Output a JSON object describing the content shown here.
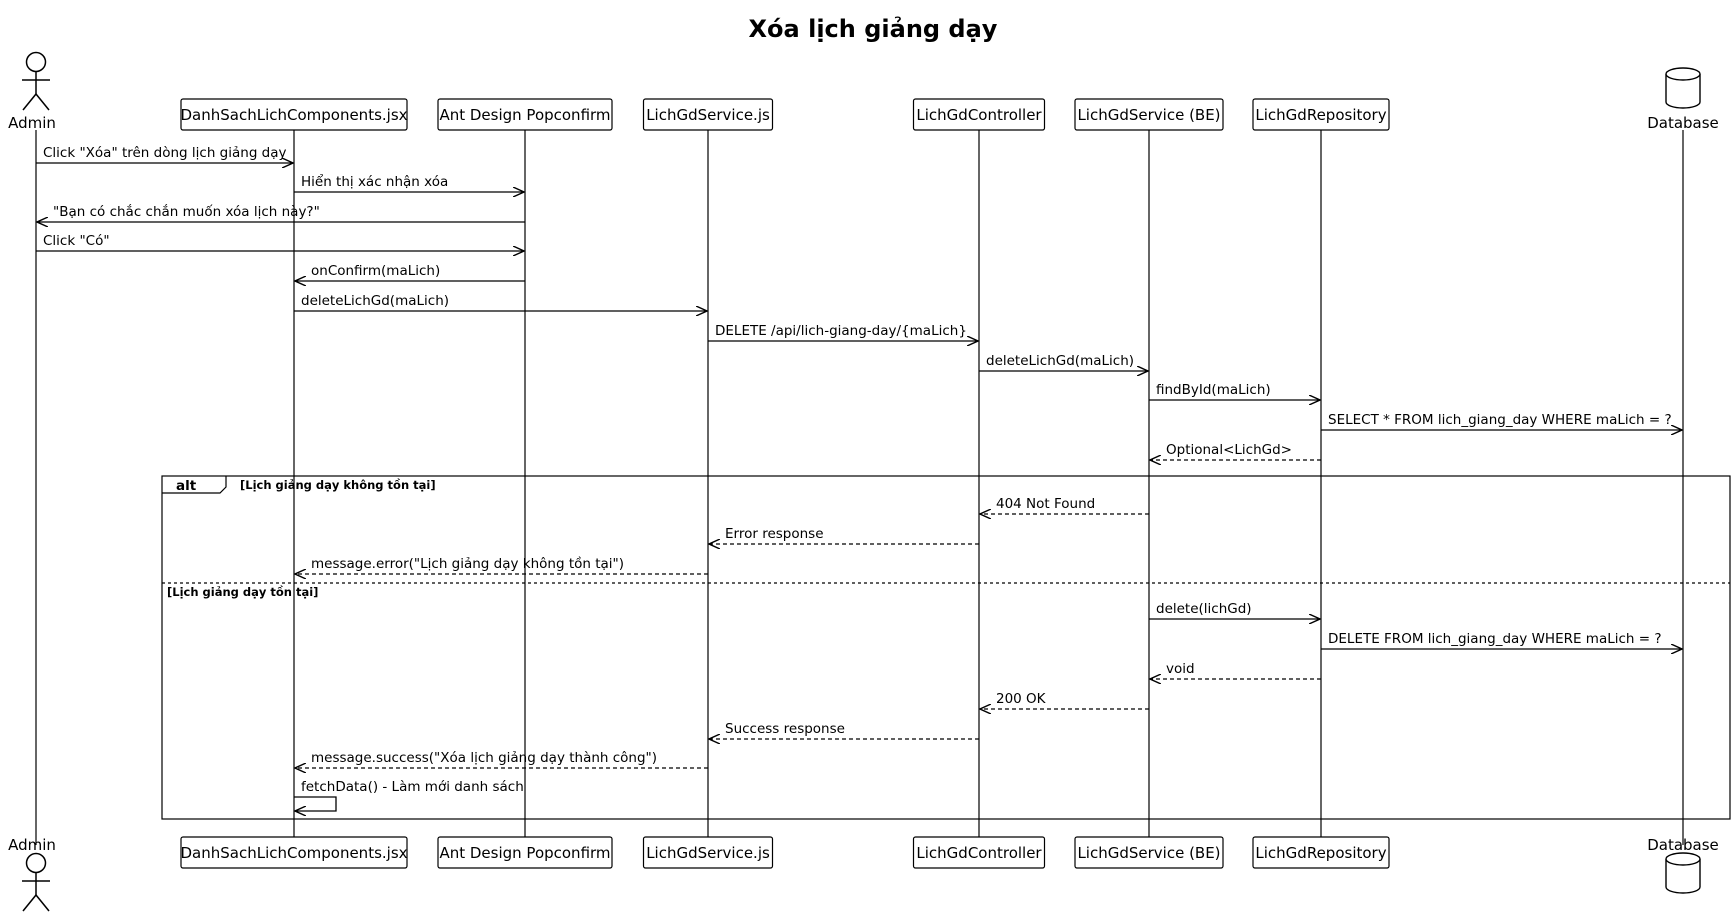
{
  "title": "Xóa lịch giảng dạy",
  "participants": [
    {
      "id": "admin",
      "label": "Admin",
      "kind": "actor"
    },
    {
      "id": "ds",
      "label": "DanhSachLichComponents.jsx",
      "kind": "box"
    },
    {
      "id": "pop",
      "label": "Ant Design Popconfirm",
      "kind": "box"
    },
    {
      "id": "svcjs",
      "label": "LichGdService.js",
      "kind": "box"
    },
    {
      "id": "ctrl",
      "label": "LichGdController",
      "kind": "box"
    },
    {
      "id": "svcbe",
      "label": "LichGdService (BE)",
      "kind": "box"
    },
    {
      "id": "repo",
      "label": "LichGdRepository",
      "kind": "box"
    },
    {
      "id": "db",
      "label": "Database",
      "kind": "database"
    }
  ],
  "messages": [
    {
      "from": "admin",
      "to": "ds",
      "text": "Click \"Xóa\" trên dòng lịch giảng dạy",
      "style": "solid"
    },
    {
      "from": "ds",
      "to": "pop",
      "text": "Hiển thị xác nhận xóa",
      "style": "solid"
    },
    {
      "from": "pop",
      "to": "admin",
      "text": "\"Bạn có chắc chắn muốn xóa lịch này?\"",
      "style": "solid"
    },
    {
      "from": "admin",
      "to": "pop",
      "text": "Click \"Có\"",
      "style": "solid"
    },
    {
      "from": "pop",
      "to": "ds",
      "text": "onConfirm(maLich)",
      "style": "solid"
    },
    {
      "from": "ds",
      "to": "svcjs",
      "text": "deleteLichGd(maLich)",
      "style": "solid"
    },
    {
      "from": "svcjs",
      "to": "ctrl",
      "text": "DELETE /api/lich-giang-day/{maLich}",
      "style": "solid"
    },
    {
      "from": "ctrl",
      "to": "svcbe",
      "text": "deleteLichGd(maLich)",
      "style": "solid"
    },
    {
      "from": "svcbe",
      "to": "repo",
      "text": "findById(maLich)",
      "style": "solid"
    },
    {
      "from": "repo",
      "to": "db",
      "text": "SELECT * FROM lich_giang_day WHERE maLich = ?",
      "style": "solid"
    },
    {
      "from": "repo",
      "to": "svcbe",
      "text": "Optional<LichGd>",
      "style": "dashed"
    },
    {
      "from": "svcbe",
      "to": "ctrl",
      "text": "404 Not Found",
      "style": "dashed"
    },
    {
      "from": "ctrl",
      "to": "svcjs",
      "text": "Error response",
      "style": "dashed"
    },
    {
      "from": "svcjs",
      "to": "ds",
      "text": "message.error(\"Lịch giảng dạy không tồn tại\")",
      "style": "dashed"
    },
    {
      "from": "svcbe",
      "to": "repo",
      "text": "delete(lichGd)",
      "style": "solid"
    },
    {
      "from": "repo",
      "to": "db",
      "text": "DELETE FROM lich_giang_day WHERE maLich = ?",
      "style": "solid"
    },
    {
      "from": "repo",
      "to": "svcbe",
      "text": "void",
      "style": "dashed"
    },
    {
      "from": "svcbe",
      "to": "ctrl",
      "text": "200 OK",
      "style": "dashed"
    },
    {
      "from": "ctrl",
      "to": "svcjs",
      "text": "Success response",
      "style": "dashed"
    },
    {
      "from": "svcjs",
      "to": "ds",
      "text": "message.success(\"Xóa lịch giảng dạy thành công\")",
      "style": "dashed"
    },
    {
      "from": "ds",
      "to": "ds",
      "text": "fetchData() - Làm mới danh sách",
      "style": "self"
    }
  ],
  "fragment": {
    "operator": "alt",
    "guards": [
      "[Lịch giảng dạy không tồn tại]",
      "[Lịch giảng dạy tồn tại]"
    ]
  }
}
